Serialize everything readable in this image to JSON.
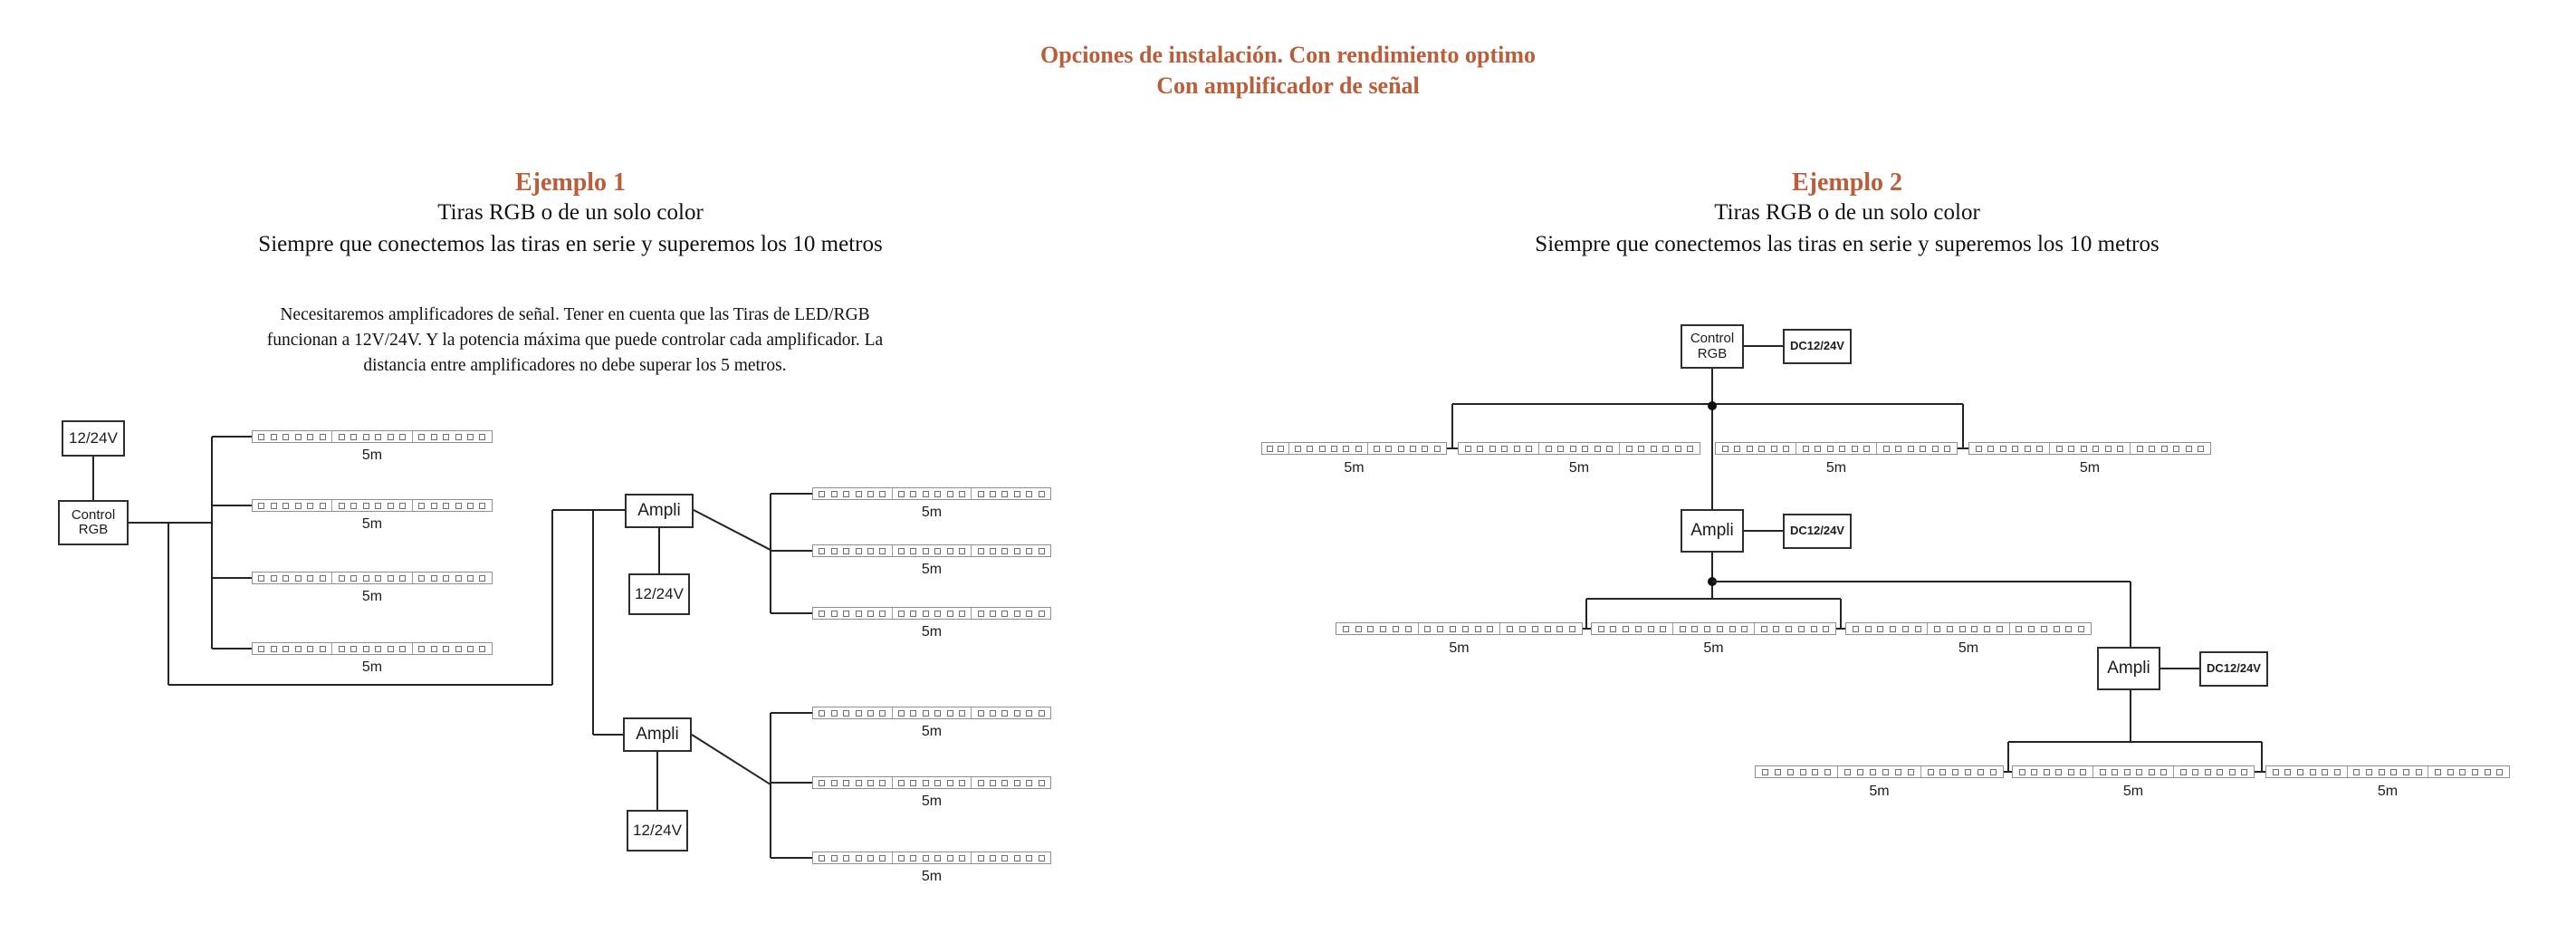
{
  "title": {
    "line1": "Opciones de instalación. Con rendimiento optimo",
    "line2": "Con amplificador de señal",
    "accent_color": "#bc5c38"
  },
  "example1": {
    "heading": "Ejemplo 1",
    "subtitle1": "Tiras RGB o de un solo color",
    "subtitle2": "Siempre que conectemos las tiras en serie y superemos los 10 metros",
    "note_line1": "Necesitaremos amplificadores de señal. Tener en cuenta que las Tiras de LED/RGB",
    "note_line2": "funcionan a 12V/24V. Y la potencia máxima que puede controlar cada amplificador. La",
    "note_line3": "distancia entre amplificadores no debe superar los 5 metros."
  },
  "example2": {
    "heading": "Ejemplo 2",
    "subtitle1": "Tiras RGB o de un solo color",
    "subtitle2": "Siempre que conectemos las tiras en serie y superemos los 10 metros"
  },
  "labels": {
    "psu": "12/24V",
    "dc_psu": "DC12/24V",
    "controller_line1": "Control",
    "controller_line2": "RGB",
    "amplifier": "Ampli",
    "strip_length": "5m"
  },
  "led_patterns": {
    "standard": [
      6,
      6,
      6
    ],
    "short": [
      2,
      6,
      6
    ]
  },
  "colors": {
    "wire": "#242424",
    "strip_border": "#8e8e8e",
    "accent": "#bc5c38",
    "background": "#ffffff"
  }
}
